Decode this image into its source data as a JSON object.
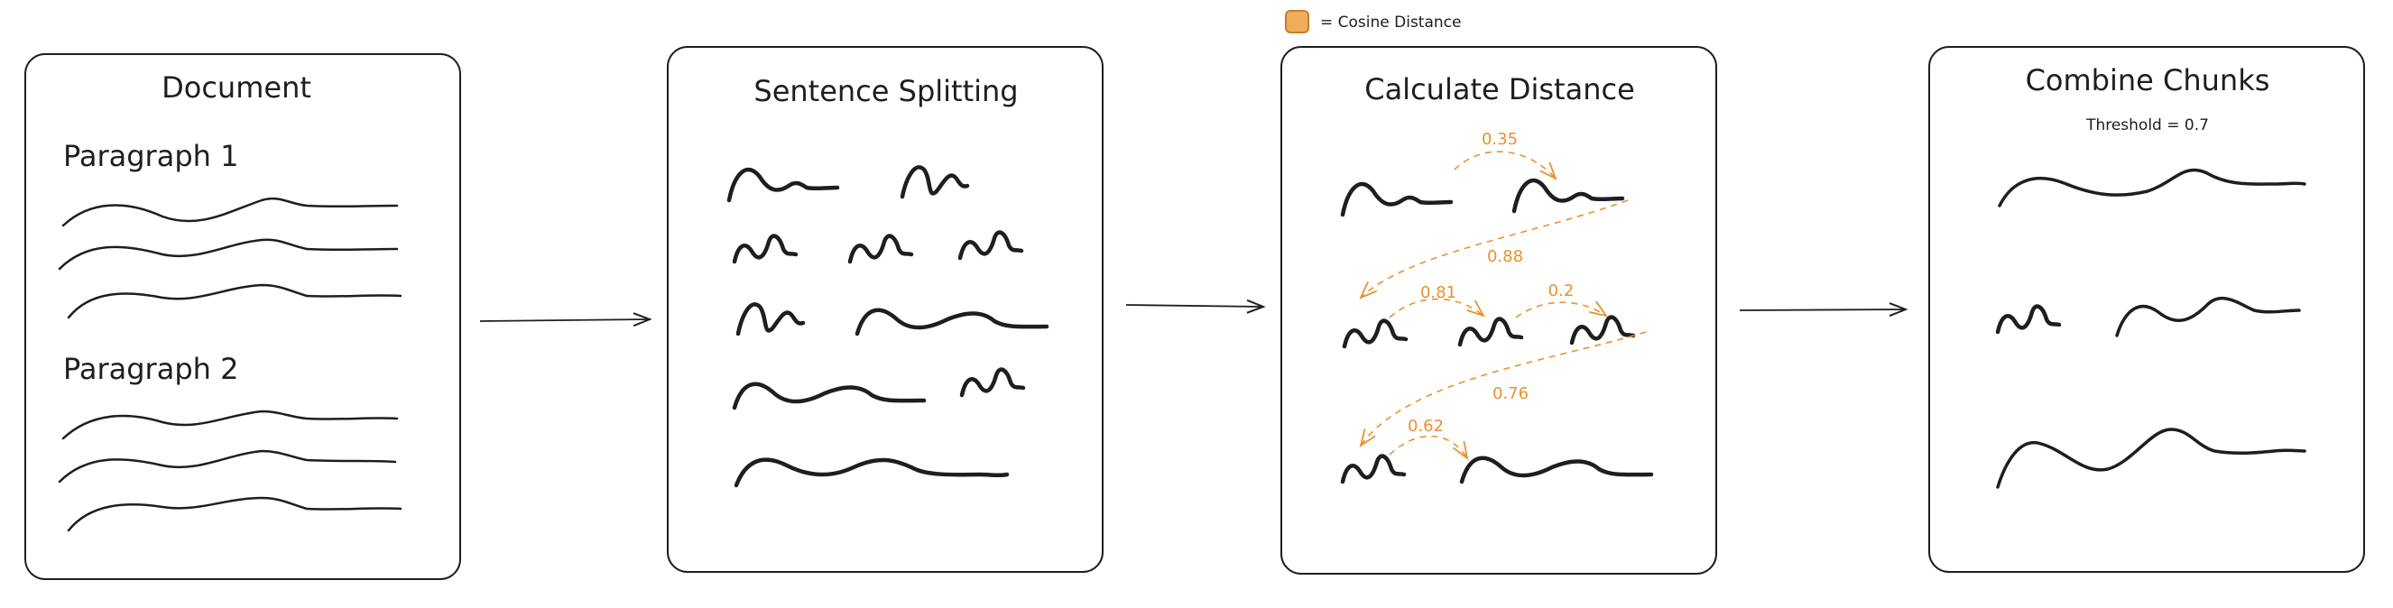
{
  "legend": {
    "label": "= Cosine Distance",
    "color": "#f0ad5c",
    "border": "#c87f27"
  },
  "panels": {
    "document": {
      "title": "Document",
      "paragraph1": "Paragraph 1",
      "paragraph2": "Paragraph 2"
    },
    "splitting": {
      "title": "Sentence Splitting"
    },
    "distance": {
      "title": "Calculate Distance"
    },
    "combine": {
      "title": "Combine Chunks",
      "threshold": "Threshold = 0.7"
    }
  },
  "distances": [
    "0.35",
    "0.88",
    "0.81",
    "0.2",
    "0.76",
    "0.62"
  ],
  "colors": {
    "ink": "#1e1e1e",
    "accent": "#e8922e"
  }
}
